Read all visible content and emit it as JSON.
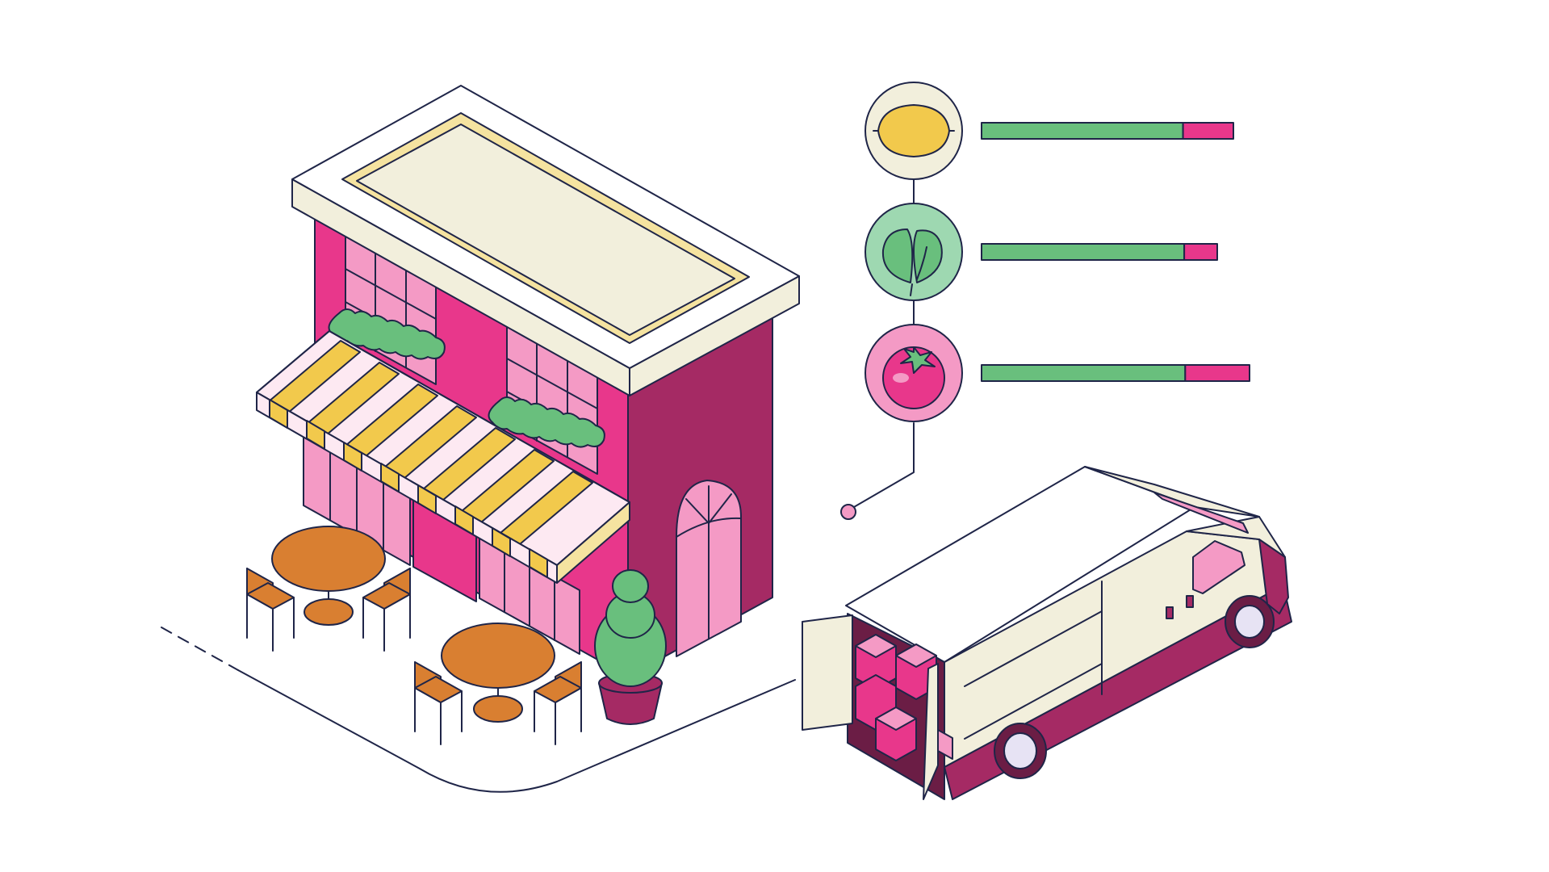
{
  "colors": {
    "outline": "#1f2548",
    "cream": "#f2efdc",
    "pink_bright": "#e8378b",
    "pink_light": "#f49ac5",
    "pink_pale": "#fde9f2",
    "magenta_dark": "#a52a64",
    "wine": "#6b1d45",
    "yellow": "#f2c94c",
    "yellow_light": "#f5e3a0",
    "orange": "#d97f31",
    "green": "#69bf7d",
    "green_light": "#9ed8b1",
    "white": "#ffffff"
  },
  "produce": [
    {
      "icon": "lemon-icon",
      "green_fraction": 0.8,
      "pink_fraction": 0.2,
      "circle_color": "#f2efdc"
    },
    {
      "icon": "spinach-leaf-icon",
      "green_fraction": 0.86,
      "pink_fraction": 0.14,
      "circle_color": "#9ed8b1"
    },
    {
      "icon": "tomato-icon",
      "green_fraction": 0.76,
      "pink_fraction": 0.24,
      "circle_color": "#f49ac5"
    }
  ]
}
